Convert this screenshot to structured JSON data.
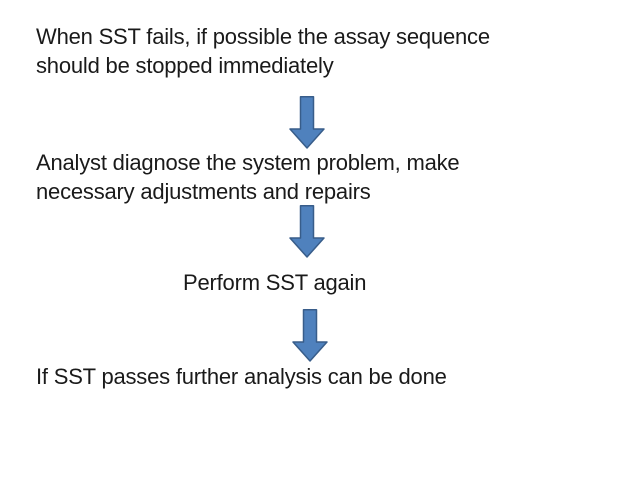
{
  "slide": {
    "background_color": "#ffffff",
    "text_color": "#1a1a1a",
    "arrow_fill_color": "#4f81bd",
    "arrow_stroke_color": "#385d8a",
    "steps": [
      {
        "text": "When SST fails, if possible the assay sequence should be stopped immediately",
        "lines": [
          "When SST fails, if possible the assay sequence",
          "should be stopped immediately"
        ],
        "align": "left"
      },
      {
        "text": "Analyst diagnose the system problem, make necessary adjustments and repairs",
        "lines": [
          "Analyst diagnose the system problem, make",
          "necessary adjustments and repairs"
        ],
        "align": "left"
      },
      {
        "text": "Perform SST again",
        "lines": [
          "Perform SST again"
        ],
        "align": "center"
      },
      {
        "text": "If SST passes further analysis can be done",
        "lines": [
          "If SST passes further analysis can be done"
        ],
        "align": "left"
      }
    ],
    "connectors": [
      {
        "from_step": 1,
        "to_step": 2,
        "type": "down-arrow"
      },
      {
        "from_step": 2,
        "to_step": 3,
        "type": "down-arrow"
      },
      {
        "from_step": 3,
        "to_step": 4,
        "type": "down-arrow"
      }
    ]
  }
}
